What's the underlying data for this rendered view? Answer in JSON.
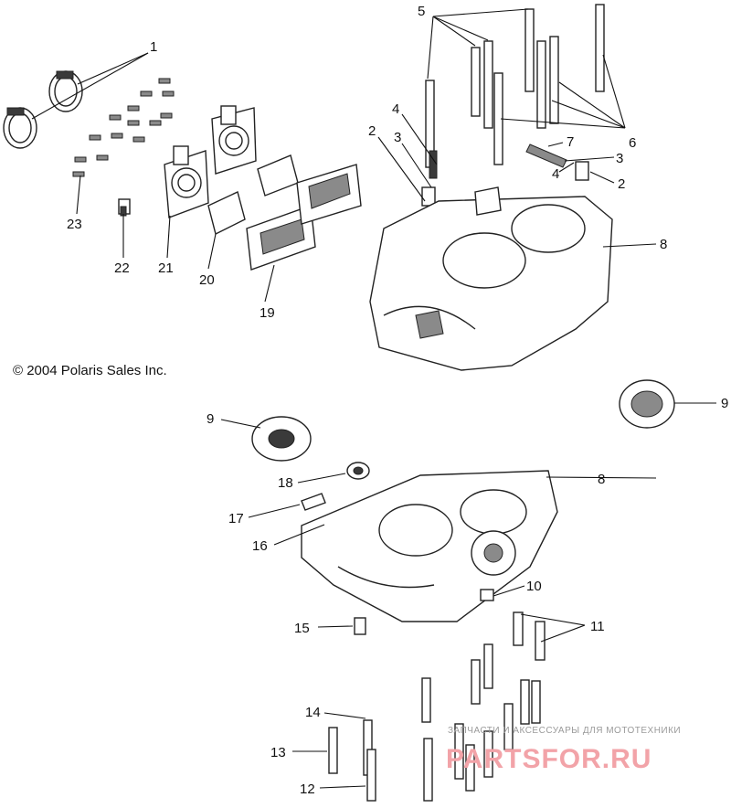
{
  "copyright": "© 2004 Polaris Sales Inc.",
  "watermark": {
    "top_text": "ЗАПЧАСТИ И АКСЕССУАРЫ ДЛЯ МОТОТЕХНИКИ",
    "brand_text": "PARTSFOR.RU",
    "brand_color": "#f2a3a8"
  },
  "callouts": [
    {
      "id": "c1a",
      "text": "1"
    },
    {
      "id": "c2a",
      "text": "2"
    },
    {
      "id": "c2b",
      "text": "2"
    },
    {
      "id": "c3a",
      "text": "3"
    },
    {
      "id": "c3b",
      "text": "3"
    },
    {
      "id": "c4a",
      "text": "4"
    },
    {
      "id": "c4b",
      "text": "4"
    },
    {
      "id": "c5a",
      "text": "5"
    },
    {
      "id": "c6a",
      "text": "6"
    },
    {
      "id": "c7a",
      "text": "7"
    },
    {
      "id": "c8a",
      "text": "8"
    },
    {
      "id": "c8b",
      "text": "8"
    },
    {
      "id": "c9a",
      "text": "9"
    },
    {
      "id": "c9b",
      "text": "9"
    },
    {
      "id": "c10a",
      "text": "10"
    },
    {
      "id": "c11a",
      "text": "11"
    },
    {
      "id": "c12a",
      "text": "12"
    },
    {
      "id": "c13a",
      "text": "13"
    },
    {
      "id": "c14a",
      "text": "14"
    },
    {
      "id": "c15a",
      "text": "15"
    },
    {
      "id": "c16a",
      "text": "16"
    },
    {
      "id": "c17a",
      "text": "17"
    },
    {
      "id": "c18a",
      "text": "18"
    },
    {
      "id": "c19a",
      "text": "19"
    },
    {
      "id": "c20a",
      "text": "20"
    },
    {
      "id": "c21a",
      "text": "21"
    },
    {
      "id": "c22a",
      "text": "22"
    },
    {
      "id": "c23a",
      "text": "23"
    }
  ]
}
